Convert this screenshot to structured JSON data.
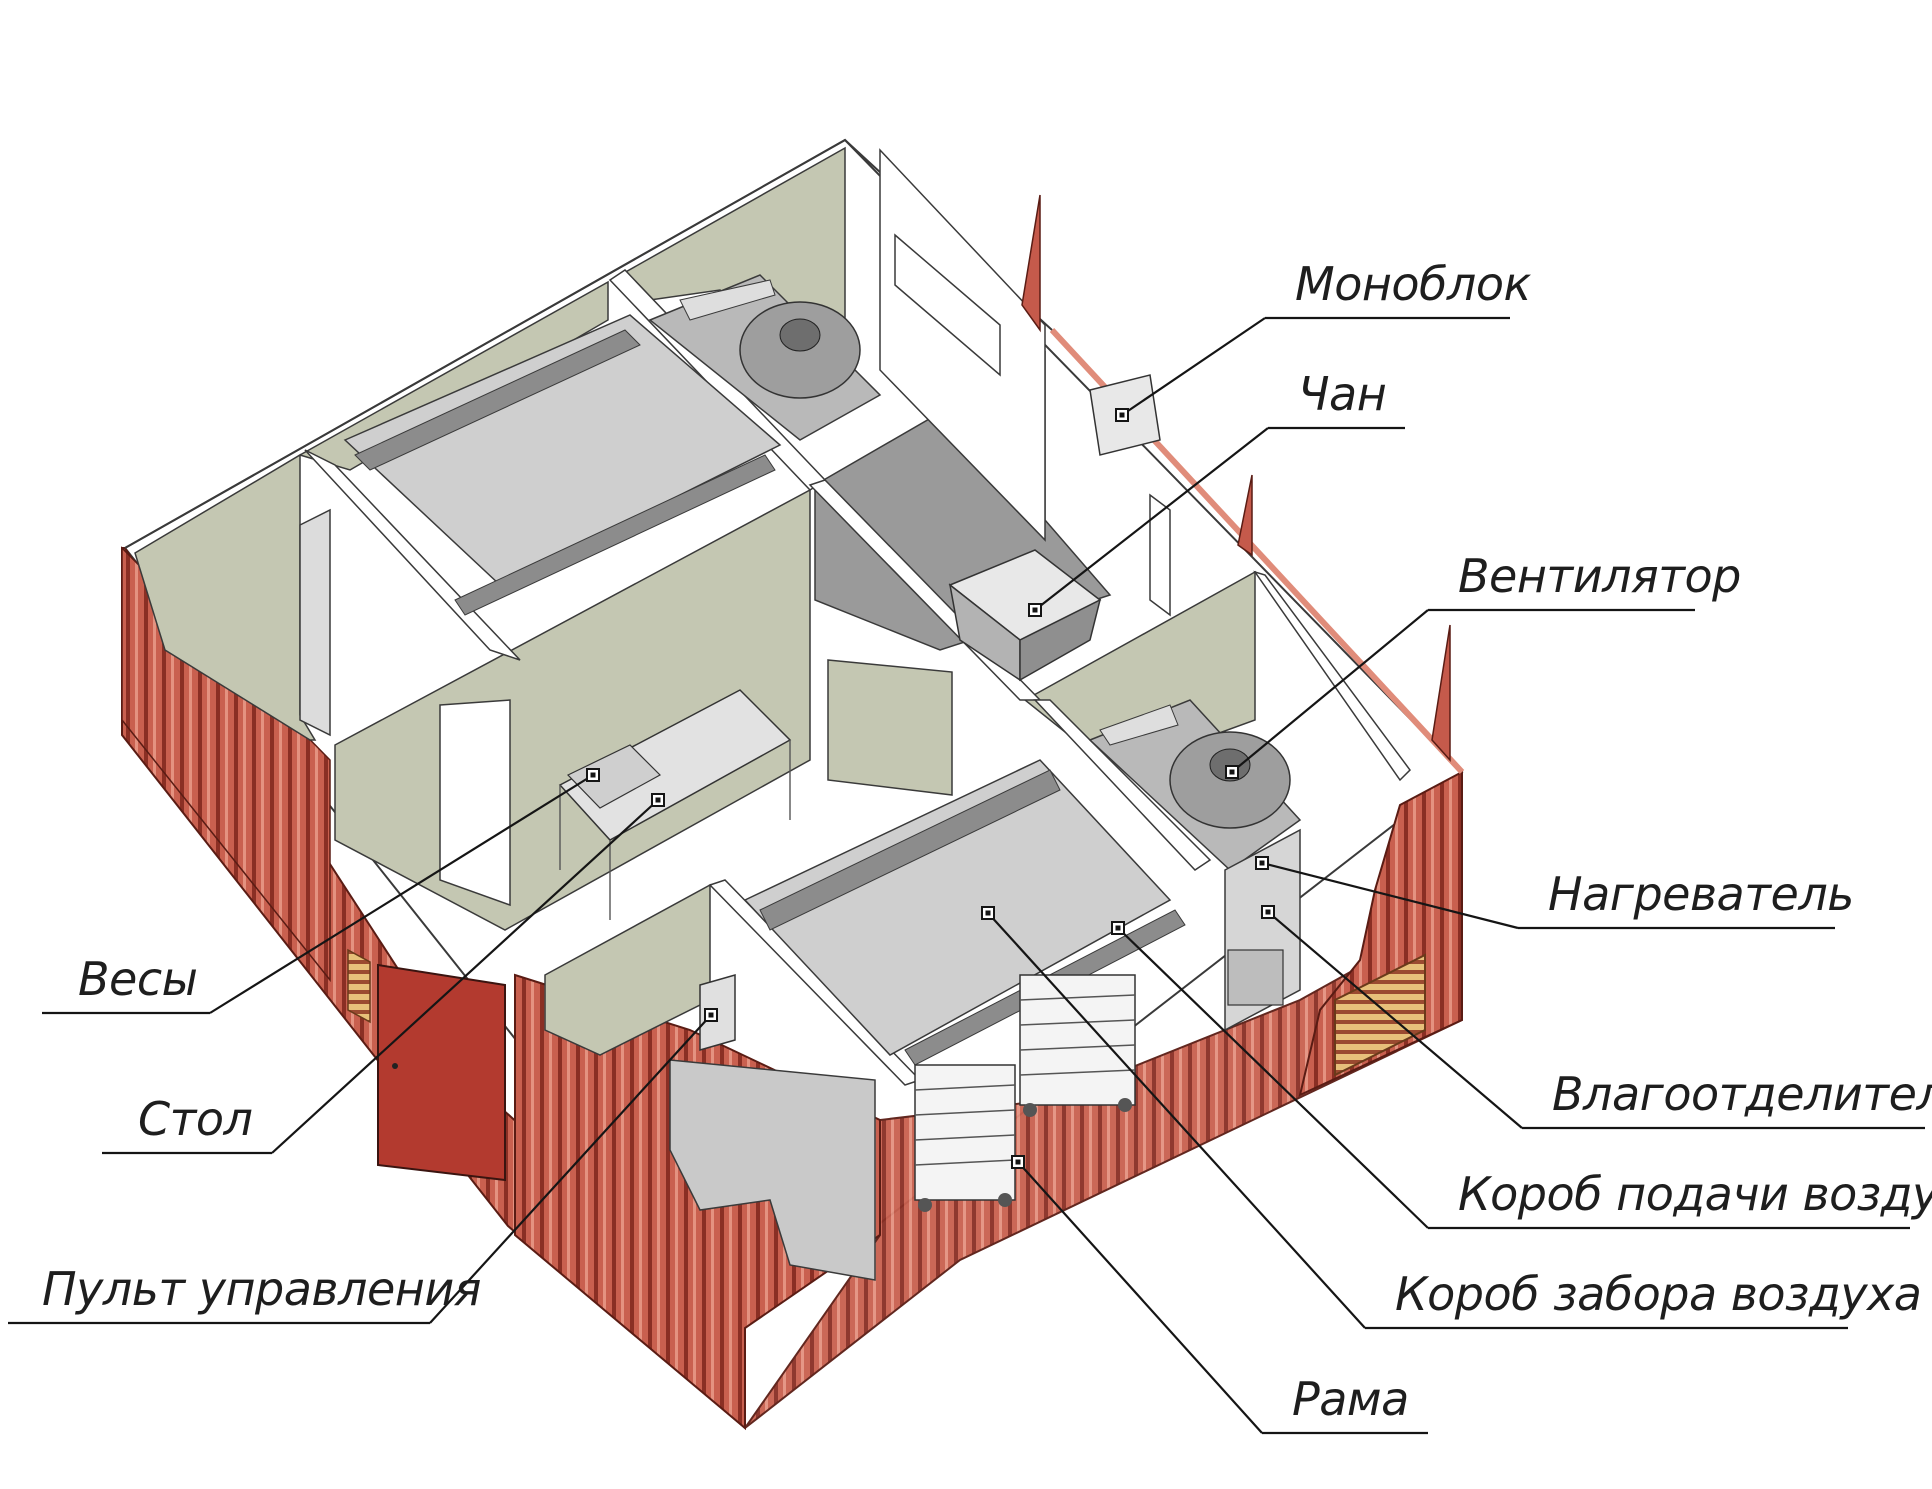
{
  "callouts": [
    {
      "id": "monoblok",
      "text": "Моноблок"
    },
    {
      "id": "chan",
      "text": "Чан"
    },
    {
      "id": "ventilyator",
      "text": "Вентилятор"
    },
    {
      "id": "nagrevatel",
      "text": "Нагреватель"
    },
    {
      "id": "vlagootdelitel",
      "text": "Влагоотделитель"
    },
    {
      "id": "korob-podachi",
      "text": "Короб подачи воздуха"
    },
    {
      "id": "korob-zabora",
      "text": "Короб забора воздуха"
    },
    {
      "id": "rama",
      "text": "Рама"
    },
    {
      "id": "vesy",
      "text": "Весы"
    },
    {
      "id": "stol",
      "text": "Стол"
    },
    {
      "id": "pult",
      "text": "Пульт управления"
    }
  ],
  "colors": {
    "wall_exterior": "#c55a4b",
    "wall_exterior_light": "#e08c7a",
    "wall_interior": "#c4c7b2",
    "floor": "#ffffff",
    "door": "#b33a2f",
    "equipment": "#cfcfcf",
    "equipment_dark": "#8c8c8c"
  }
}
